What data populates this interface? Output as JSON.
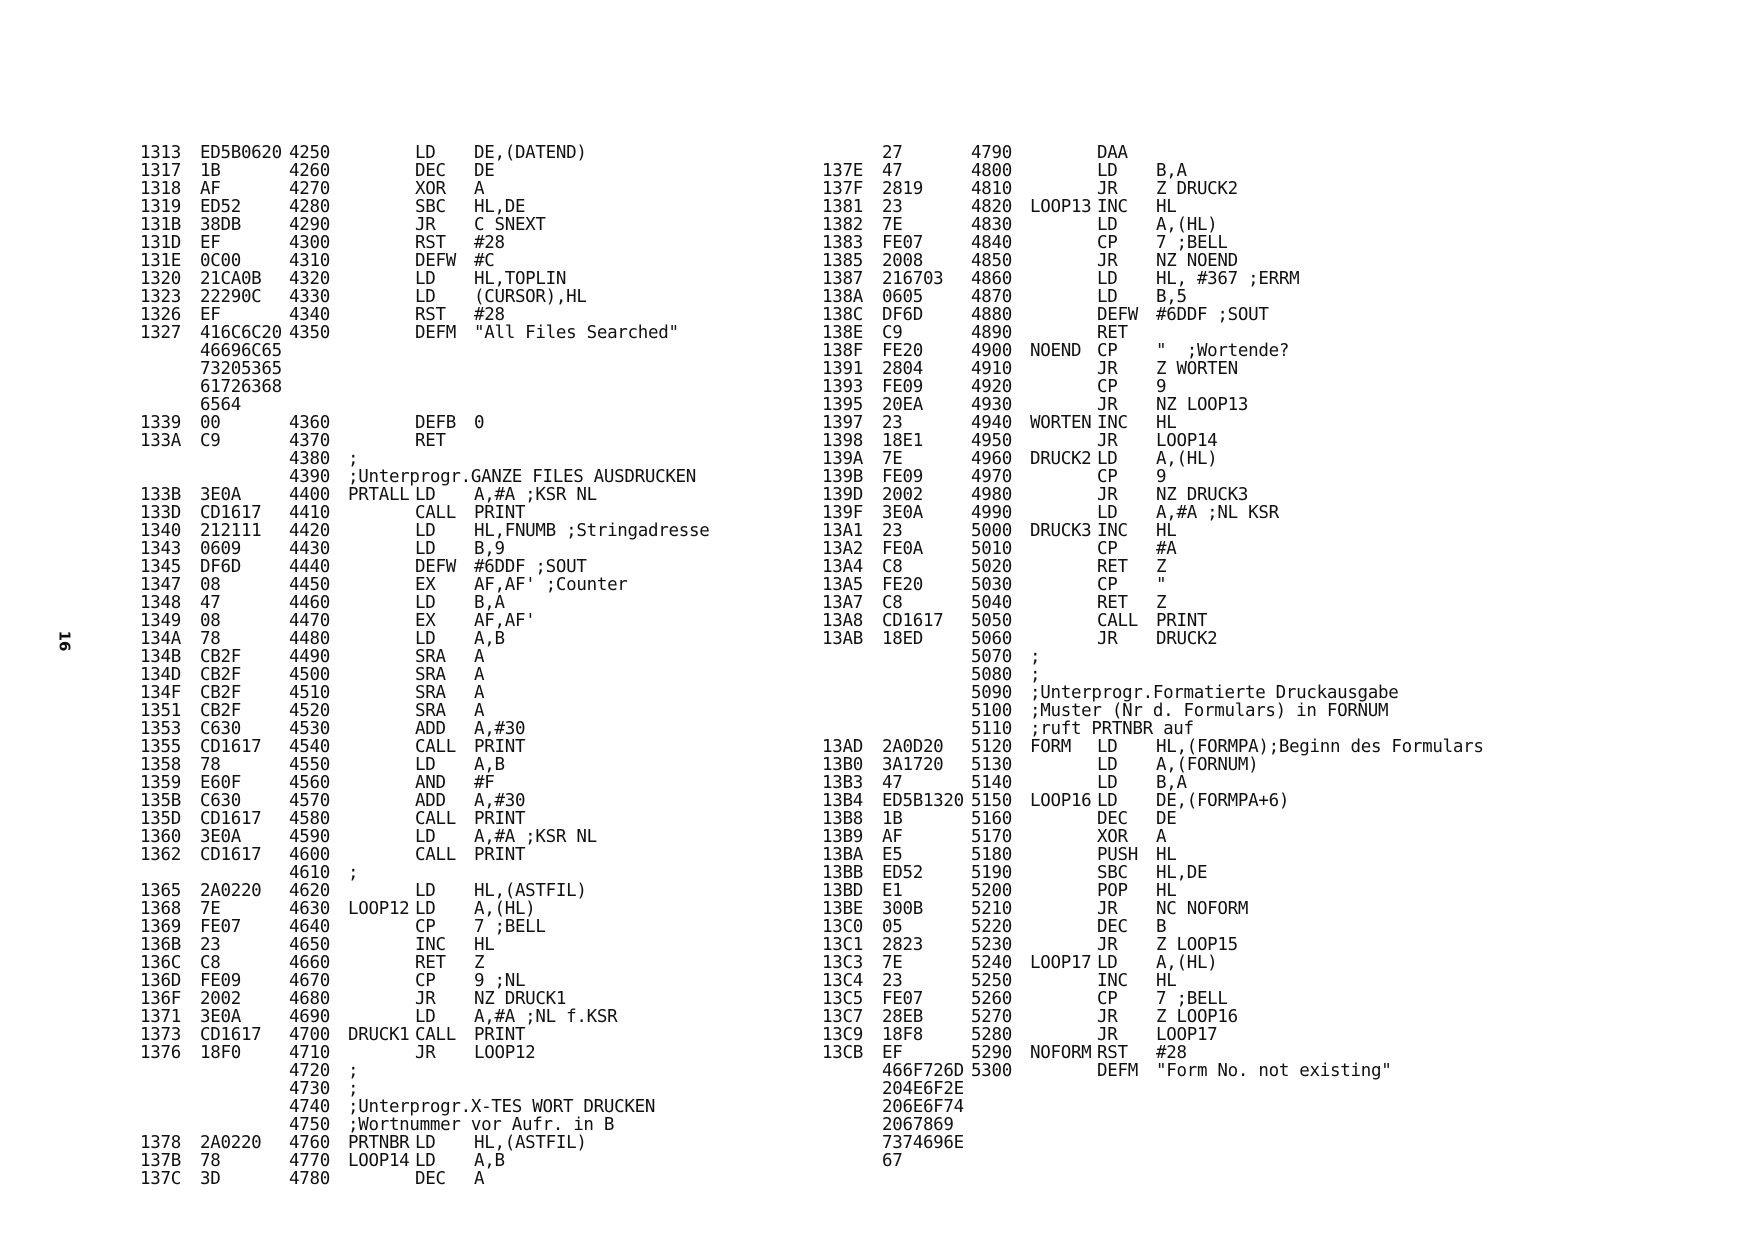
{
  "page_number": "16",
  "left": [
    {
      "addr": "1313",
      "hex": "ED5B0620",
      "ln": "4250",
      "label": "",
      "op": "LD",
      "arg": "DE,(DATEND)"
    },
    {
      "addr": "1317",
      "hex": "1B",
      "ln": "4260",
      "label": "",
      "op": "DEC",
      "arg": "DE"
    },
    {
      "addr": "1318",
      "hex": "AF",
      "ln": "4270",
      "label": "",
      "op": "XOR",
      "arg": "A"
    },
    {
      "addr": "1319",
      "hex": "ED52",
      "ln": "4280",
      "label": "",
      "op": "SBC",
      "arg": "HL,DE"
    },
    {
      "addr": "131B",
      "hex": "38DB",
      "ln": "4290",
      "label": "",
      "op": "JR",
      "arg": "C SNEXT"
    },
    {
      "addr": "131D",
      "hex": "EF",
      "ln": "4300",
      "label": "",
      "op": "RST",
      "arg": "#28"
    },
    {
      "addr": "131E",
      "hex": "0C00",
      "ln": "4310",
      "label": "",
      "op": "DEFW",
      "arg": "#C"
    },
    {
      "addr": "1320",
      "hex": "21CA0B",
      "ln": "4320",
      "label": "",
      "op": "LD",
      "arg": "HL,TOPLIN"
    },
    {
      "addr": "1323",
      "hex": "22290C",
      "ln": "4330",
      "label": "",
      "op": "LD",
      "arg": "(CURSOR),HL"
    },
    {
      "addr": "1326",
      "hex": "EF",
      "ln": "4340",
      "label": "",
      "op": "RST",
      "arg": "#28"
    },
    {
      "addr": "1327",
      "hex": "416C6C20",
      "ln": "4350",
      "label": "",
      "op": "DEFM",
      "arg": "\"All Files Searched\""
    },
    {
      "addr": "",
      "hex": "46696C65",
      "ln": "",
      "label": "",
      "op": "",
      "arg": ""
    },
    {
      "addr": "",
      "hex": "73205365",
      "ln": "",
      "label": "",
      "op": "",
      "arg": ""
    },
    {
      "addr": "",
      "hex": "61726368",
      "ln": "",
      "label": "",
      "op": "",
      "arg": ""
    },
    {
      "addr": "",
      "hex": "6564",
      "ln": "",
      "label": "",
      "op": "",
      "arg": ""
    },
    {
      "addr": "1339",
      "hex": "00",
      "ln": "4360",
      "label": "",
      "op": "DEFB",
      "arg": "0"
    },
    {
      "addr": "133A",
      "hex": "C9",
      "ln": "4370",
      "label": "",
      "op": "RET",
      "arg": ""
    },
    {
      "addr": "",
      "hex": "",
      "ln": "4380",
      "cmt": ";"
    },
    {
      "addr": "",
      "hex": "",
      "ln": "4390",
      "cmt": ";Unterprogr.GANZE FILES AUSDRUCKEN"
    },
    {
      "addr": "133B",
      "hex": "3E0A",
      "ln": "4400",
      "label": "PRTALL",
      "op": "LD",
      "arg": "A,#A ;KSR NL"
    },
    {
      "addr": "133D",
      "hex": "CD1617",
      "ln": "4410",
      "label": "",
      "op": "CALL",
      "arg": "PRINT"
    },
    {
      "addr": "1340",
      "hex": "212111",
      "ln": "4420",
      "label": "",
      "op": "LD",
      "arg": "HL,FNUMB ;Stringadresse"
    },
    {
      "addr": "1343",
      "hex": "0609",
      "ln": "4430",
      "label": "",
      "op": "LD",
      "arg": "B,9"
    },
    {
      "addr": "1345",
      "hex": "DF6D",
      "ln": "4440",
      "label": "",
      "op": "DEFW",
      "arg": "#6DDF ;SOUT"
    },
    {
      "addr": "1347",
      "hex": "08",
      "ln": "4450",
      "label": "",
      "op": "EX",
      "arg": "AF,AF' ;Counter"
    },
    {
      "addr": "1348",
      "hex": "47",
      "ln": "4460",
      "label": "",
      "op": "LD",
      "arg": "B,A"
    },
    {
      "addr": "1349",
      "hex": "08",
      "ln": "4470",
      "label": "",
      "op": "EX",
      "arg": "AF,AF'"
    },
    {
      "addr": "134A",
      "hex": "78",
      "ln": "4480",
      "label": "",
      "op": "LD",
      "arg": "A,B"
    },
    {
      "addr": "134B",
      "hex": "CB2F",
      "ln": "4490",
      "label": "",
      "op": "SRA",
      "arg": "A"
    },
    {
      "addr": "134D",
      "hex": "CB2F",
      "ln": "4500",
      "label": "",
      "op": "SRA",
      "arg": "A"
    },
    {
      "addr": "134F",
      "hex": "CB2F",
      "ln": "4510",
      "label": "",
      "op": "SRA",
      "arg": "A"
    },
    {
      "addr": "1351",
      "hex": "CB2F",
      "ln": "4520",
      "label": "",
      "op": "SRA",
      "arg": "A"
    },
    {
      "addr": "1353",
      "hex": "C630",
      "ln": "4530",
      "label": "",
      "op": "ADD",
      "arg": "A,#30"
    },
    {
      "addr": "1355",
      "hex": "CD1617",
      "ln": "4540",
      "label": "",
      "op": "CALL",
      "arg": "PRINT"
    },
    {
      "addr": "1358",
      "hex": "78",
      "ln": "4550",
      "label": "",
      "op": "LD",
      "arg": "A,B"
    },
    {
      "addr": "1359",
      "hex": "E60F",
      "ln": "4560",
      "label": "",
      "op": "AND",
      "arg": "#F"
    },
    {
      "addr": "135B",
      "hex": "C630",
      "ln": "4570",
      "label": "",
      "op": "ADD",
      "arg": "A,#30"
    },
    {
      "addr": "135D",
      "hex": "CD1617",
      "ln": "4580",
      "label": "",
      "op": "CALL",
      "arg": "PRINT"
    },
    {
      "addr": "1360",
      "hex": "3E0A",
      "ln": "4590",
      "label": "",
      "op": "LD",
      "arg": "A,#A ;KSR NL"
    },
    {
      "addr": "1362",
      "hex": "CD1617",
      "ln": "4600",
      "label": "",
      "op": "CALL",
      "arg": "PRINT"
    },
    {
      "addr": "",
      "hex": "",
      "ln": "4610",
      "cmt": ";"
    },
    {
      "addr": "1365",
      "hex": "2A0220",
      "ln": "4620",
      "label": "",
      "op": "LD",
      "arg": "HL,(ASTFIL)"
    },
    {
      "addr": "1368",
      "hex": "7E",
      "ln": "4630",
      "label": "LOOP12",
      "op": "LD",
      "arg": "A,(HL)"
    },
    {
      "addr": "1369",
      "hex": "FE07",
      "ln": "4640",
      "label": "",
      "op": "CP",
      "arg": "7 ;BELL"
    },
    {
      "addr": "136B",
      "hex": "23",
      "ln": "4650",
      "label": "",
      "op": "INC",
      "arg": "HL"
    },
    {
      "addr": "136C",
      "hex": "C8",
      "ln": "4660",
      "label": "",
      "op": "RET",
      "arg": "Z"
    },
    {
      "addr": "136D",
      "hex": "FE09",
      "ln": "4670",
      "label": "",
      "op": "CP",
      "arg": "9 ;NL"
    },
    {
      "addr": "136F",
      "hex": "2002",
      "ln": "4680",
      "label": "",
      "op": "JR",
      "arg": "NZ DRUCK1"
    },
    {
      "addr": "1371",
      "hex": "3E0A",
      "ln": "4690",
      "label": "",
      "op": "LD",
      "arg": "A,#A ;NL f.KSR"
    },
    {
      "addr": "1373",
      "hex": "CD1617",
      "ln": "4700",
      "label": "DRUCK1",
      "op": "CALL",
      "arg": "PRINT"
    },
    {
      "addr": "1376",
      "hex": "18F0",
      "ln": "4710",
      "label": "",
      "op": "JR",
      "arg": "LOOP12"
    },
    {
      "addr": "",
      "hex": "",
      "ln": "4720",
      "cmt": ";"
    },
    {
      "addr": "",
      "hex": "",
      "ln": "4730",
      "cmt": ";"
    },
    {
      "addr": "",
      "hex": "",
      "ln": "4740",
      "cmt": ";Unterprogr.X-TES WORT DRUCKEN"
    },
    {
      "addr": "",
      "hex": "",
      "ln": "4750",
      "cmt": ";Wortnummer vor Aufr. in B"
    },
    {
      "addr": "1378",
      "hex": "2A0220",
      "ln": "4760",
      "label": "PRTNBR",
      "op": "LD",
      "arg": "HL,(ASTFIL)"
    },
    {
      "addr": "137B",
      "hex": "78",
      "ln": "4770",
      "label": "LOOP14",
      "op": "LD",
      "arg": "A,B"
    },
    {
      "addr": "137C",
      "hex": "3D",
      "ln": "4780",
      "label": "",
      "op": "DEC",
      "arg": "A"
    }
  ],
  "right": [
    {
      "addr": "",
      "hex": "27",
      "ln": "4790",
      "label": "",
      "op": "DAA",
      "arg": ""
    },
    {
      "addr": "137E",
      "hex": "47",
      "ln": "4800",
      "label": "",
      "op": "LD",
      "arg": "B,A"
    },
    {
      "addr": "137F",
      "hex": "2819",
      "ln": "4810",
      "label": "",
      "op": "JR",
      "arg": "Z DRUCK2"
    },
    {
      "addr": "1381",
      "hex": "23",
      "ln": "4820",
      "label": "LOOP13",
      "op": "INC",
      "arg": "HL"
    },
    {
      "addr": "1382",
      "hex": "7E",
      "ln": "4830",
      "label": "",
      "op": "LD",
      "arg": "A,(HL)"
    },
    {
      "addr": "1383",
      "hex": "FE07",
      "ln": "4840",
      "label": "",
      "op": "CP",
      "arg": "7 ;BELL"
    },
    {
      "addr": "1385",
      "hex": "2008",
      "ln": "4850",
      "label": "",
      "op": "JR",
      "arg": "NZ NOEND"
    },
    {
      "addr": "1387",
      "hex": "216703",
      "ln": "4860",
      "label": "",
      "op": "LD",
      "arg": "HL, #367 ;ERRM"
    },
    {
      "addr": "138A",
      "hex": "0605",
      "ln": "4870",
      "label": "",
      "op": "LD",
      "arg": "B,5"
    },
    {
      "addr": "138C",
      "hex": "DF6D",
      "ln": "4880",
      "label": "",
      "op": "DEFW",
      "arg": "#6DDF ;SOUT"
    },
    {
      "addr": "138E",
      "hex": "C9",
      "ln": "4890",
      "label": "",
      "op": "RET",
      "arg": ""
    },
    {
      "addr": "138F",
      "hex": "FE20",
      "ln": "4900",
      "label": "NOEND",
      "op": "CP",
      "arg": "\"  ;Wortende?"
    },
    {
      "addr": "1391",
      "hex": "2804",
      "ln": "4910",
      "label": "",
      "op": "JR",
      "arg": "Z WORTEN"
    },
    {
      "addr": "1393",
      "hex": "FE09",
      "ln": "4920",
      "label": "",
      "op": "CP",
      "arg": "9"
    },
    {
      "addr": "1395",
      "hex": "20EA",
      "ln": "4930",
      "label": "",
      "op": "JR",
      "arg": "NZ LOOP13"
    },
    {
      "addr": "1397",
      "hex": "23",
      "ln": "4940",
      "label": "WORTEN",
      "op": "INC",
      "arg": "HL"
    },
    {
      "addr": "1398",
      "hex": "18E1",
      "ln": "4950",
      "label": "",
      "op": "JR",
      "arg": "LOOP14"
    },
    {
      "addr": "139A",
      "hex": "7E",
      "ln": "4960",
      "label": "DRUCK2",
      "op": "LD",
      "arg": "A,(HL)"
    },
    {
      "addr": "139B",
      "hex": "FE09",
      "ln": "4970",
      "label": "",
      "op": "CP",
      "arg": "9"
    },
    {
      "addr": "139D",
      "hex": "2002",
      "ln": "4980",
      "label": "",
      "op": "JR",
      "arg": "NZ DRUCK3"
    },
    {
      "addr": "139F",
      "hex": "3E0A",
      "ln": "4990",
      "label": "",
      "op": "LD",
      "arg": "A,#A ;NL KSR"
    },
    {
      "addr": "13A1",
      "hex": "23",
      "ln": "5000",
      "label": "DRUCK3",
      "op": "INC",
      "arg": "HL"
    },
    {
      "addr": "13A2",
      "hex": "FE0A",
      "ln": "5010",
      "label": "",
      "op": "CP",
      "arg": "#A"
    },
    {
      "addr": "13A4",
      "hex": "C8",
      "ln": "5020",
      "label": "",
      "op": "RET",
      "arg": "Z"
    },
    {
      "addr": "13A5",
      "hex": "FE20",
      "ln": "5030",
      "label": "",
      "op": "CP",
      "arg": "\""
    },
    {
      "addr": "13A7",
      "hex": "C8",
      "ln": "5040",
      "label": "",
      "op": "RET",
      "arg": "Z"
    },
    {
      "addr": "13A8",
      "hex": "CD1617",
      "ln": "5050",
      "label": "",
      "op": "CALL",
      "arg": "PRINT"
    },
    {
      "addr": "13AB",
      "hex": "18ED",
      "ln": "5060",
      "label": "",
      "op": "JR",
      "arg": "DRUCK2"
    },
    {
      "addr": "",
      "hex": "",
      "ln": "5070",
      "cmt": ";"
    },
    {
      "addr": "",
      "hex": "",
      "ln": "5080",
      "cmt": ";"
    },
    {
      "addr": "",
      "hex": "",
      "ln": "5090",
      "cmt": ";Unterprogr.Formatierte Druckausgabe"
    },
    {
      "addr": "",
      "hex": "",
      "ln": "5100",
      "cmt": ";Muster (Nr d. Formulars) in FORNUM"
    },
    {
      "addr": "",
      "hex": "",
      "ln": "5110",
      "cmt": ";ruft PRTNBR auf"
    },
    {
      "addr": "13AD",
      "hex": "2A0D20",
      "ln": "5120",
      "label": "FORM",
      "op": "LD",
      "arg": "HL,(FORMPA);Beginn des Formulars"
    },
    {
      "addr": "13B0",
      "hex": "3A1720",
      "ln": "5130",
      "label": "",
      "op": "LD",
      "arg": "A,(FORNUM)"
    },
    {
      "addr": "13B3",
      "hex": "47",
      "ln": "5140",
      "label": "",
      "op": "LD",
      "arg": "B,A"
    },
    {
      "addr": "13B4",
      "hex": "ED5B1320",
      "ln": "5150",
      "label": "LOOP16",
      "op": "LD",
      "arg": "DE,(FORMPA+6)"
    },
    {
      "addr": "13B8",
      "hex": "1B",
      "ln": "5160",
      "label": "",
      "op": "DEC",
      "arg": "DE"
    },
    {
      "addr": "13B9",
      "hex": "AF",
      "ln": "5170",
      "label": "",
      "op": "XOR",
      "arg": "A"
    },
    {
      "addr": "13BA",
      "hex": "E5",
      "ln": "5180",
      "label": "",
      "op": "PUSH",
      "arg": "HL"
    },
    {
      "addr": "13BB",
      "hex": "ED52",
      "ln": "5190",
      "label": "",
      "op": "SBC",
      "arg": "HL,DE"
    },
    {
      "addr": "13BD",
      "hex": "E1",
      "ln": "5200",
      "label": "",
      "op": "POP",
      "arg": "HL"
    },
    {
      "addr": "13BE",
      "hex": "300B",
      "ln": "5210",
      "label": "",
      "op": "JR",
      "arg": "NC NOFORM"
    },
    {
      "addr": "13C0",
      "hex": "05",
      "ln": "5220",
      "label": "",
      "op": "DEC",
      "arg": "B"
    },
    {
      "addr": "13C1",
      "hex": "2823",
      "ln": "5230",
      "label": "",
      "op": "JR",
      "arg": "Z LOOP15"
    },
    {
      "addr": "13C3",
      "hex": "7E",
      "ln": "5240",
      "label": "LOOP17",
      "op": "LD",
      "arg": "A,(HL)"
    },
    {
      "addr": "13C4",
      "hex": "23",
      "ln": "5250",
      "label": "",
      "op": "INC",
      "arg": "HL"
    },
    {
      "addr": "13C5",
      "hex": "FE07",
      "ln": "5260",
      "label": "",
      "op": "CP",
      "arg": "7 ;BELL"
    },
    {
      "addr": "13C7",
      "hex": "28EB",
      "ln": "5270",
      "label": "",
      "op": "JR",
      "arg": "Z LOOP16"
    },
    {
      "addr": "13C9",
      "hex": "18F8",
      "ln": "5280",
      "label": "",
      "op": "JR",
      "arg": "LOOP17"
    },
    {
      "addr": "13CB",
      "hex": "EF",
      "ln": "5290",
      "label": "NOFORM",
      "op": "RST",
      "arg": "#28"
    },
    {
      "addr": "",
      "hex": "466F726D",
      "ln": "5300",
      "label": "",
      "op": "DEFM",
      "arg": "\"Form No. not existing\""
    },
    {
      "addr": "",
      "hex": "204E6F2E",
      "ln": "",
      "label": "",
      "op": "",
      "arg": ""
    },
    {
      "addr": "",
      "hex": "206E6F74",
      "ln": "",
      "label": "",
      "op": "",
      "arg": ""
    },
    {
      "addr": "",
      "hex": "2067869",
      "ln": "",
      "label": "",
      "op": "",
      "arg": ""
    },
    {
      "addr": "",
      "hex": "7374696E",
      "ln": "",
      "label": "",
      "op": "",
      "arg": ""
    },
    {
      "addr": "",
      "hex": "67",
      "ln": "",
      "label": "",
      "op": "",
      "arg": ""
    }
  ]
}
